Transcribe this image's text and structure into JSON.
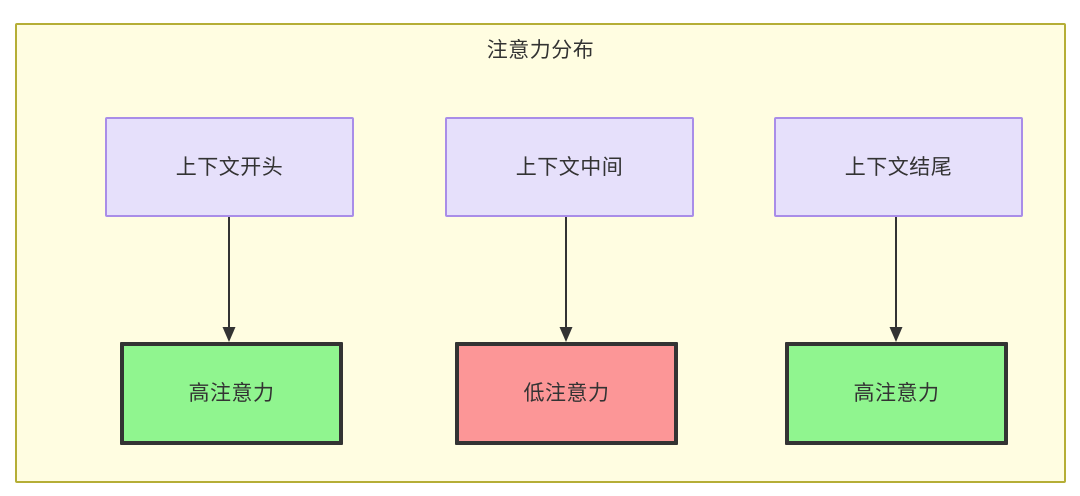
{
  "diagram": {
    "type": "flowchart",
    "title": "注意力分布",
    "container": {
      "fill": "#FFFDE1",
      "stroke": "#B5AE36"
    },
    "node_styles": {
      "source_fill": "#E6E0FB",
      "source_stroke": "#A98DE8",
      "high_attention_fill": "#90F58F",
      "low_attention_fill": "#FC9697",
      "result_stroke": "#333333",
      "text_color": "#333333"
    },
    "columns": [
      {
        "source": {
          "label": "上下文开头"
        },
        "result": {
          "label": "高注意力",
          "state": "high"
        },
        "edge": {
          "arrow": "arrow-down-icon"
        }
      },
      {
        "source": {
          "label": "上下文中间"
        },
        "result": {
          "label": "低注意力",
          "state": "low"
        },
        "edge": {
          "arrow": "arrow-down-icon"
        }
      },
      {
        "source": {
          "label": "上下文结尾"
        },
        "result": {
          "label": "高注意力",
          "state": "high"
        },
        "edge": {
          "arrow": "arrow-down-icon"
        }
      }
    ]
  }
}
